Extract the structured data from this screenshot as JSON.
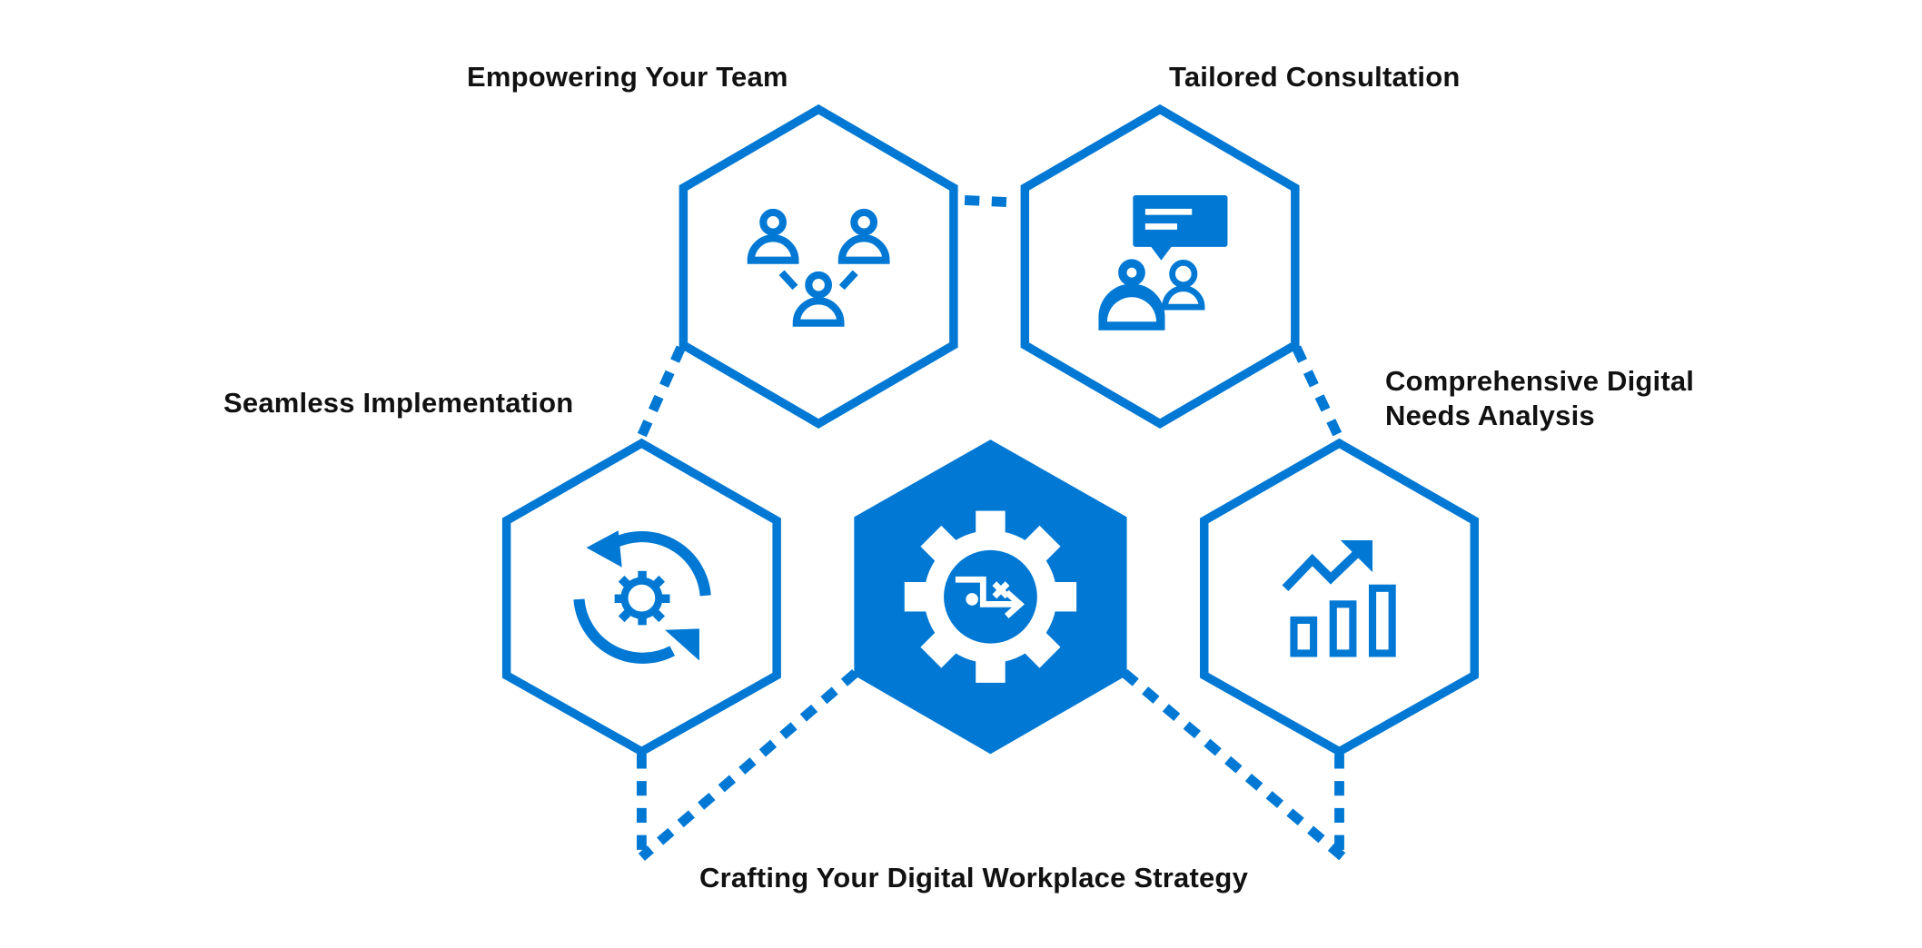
{
  "colors": {
    "accent": "#0078d4",
    "text": "#111111",
    "background": "#ffffff"
  },
  "labels": {
    "empowering": "Empowering Your Team",
    "tailored": "Tailored Consultation",
    "seamless": "Seamless Implementation",
    "comprehensive_line1": "Comprehensive Digital",
    "comprehensive_line2": "Needs Analysis",
    "crafting": "Crafting Your Digital Workplace Strategy"
  },
  "nodes": [
    {
      "id": "empowering",
      "icon": "team-icon",
      "filled": false
    },
    {
      "id": "tailored",
      "icon": "consultation-icon",
      "filled": false
    },
    {
      "id": "seamless",
      "icon": "sync-gear-icon",
      "filled": false
    },
    {
      "id": "center",
      "icon": "workflow-gear-icon",
      "filled": true
    },
    {
      "id": "comprehensive",
      "icon": "growth-chart-icon",
      "filled": false
    }
  ]
}
